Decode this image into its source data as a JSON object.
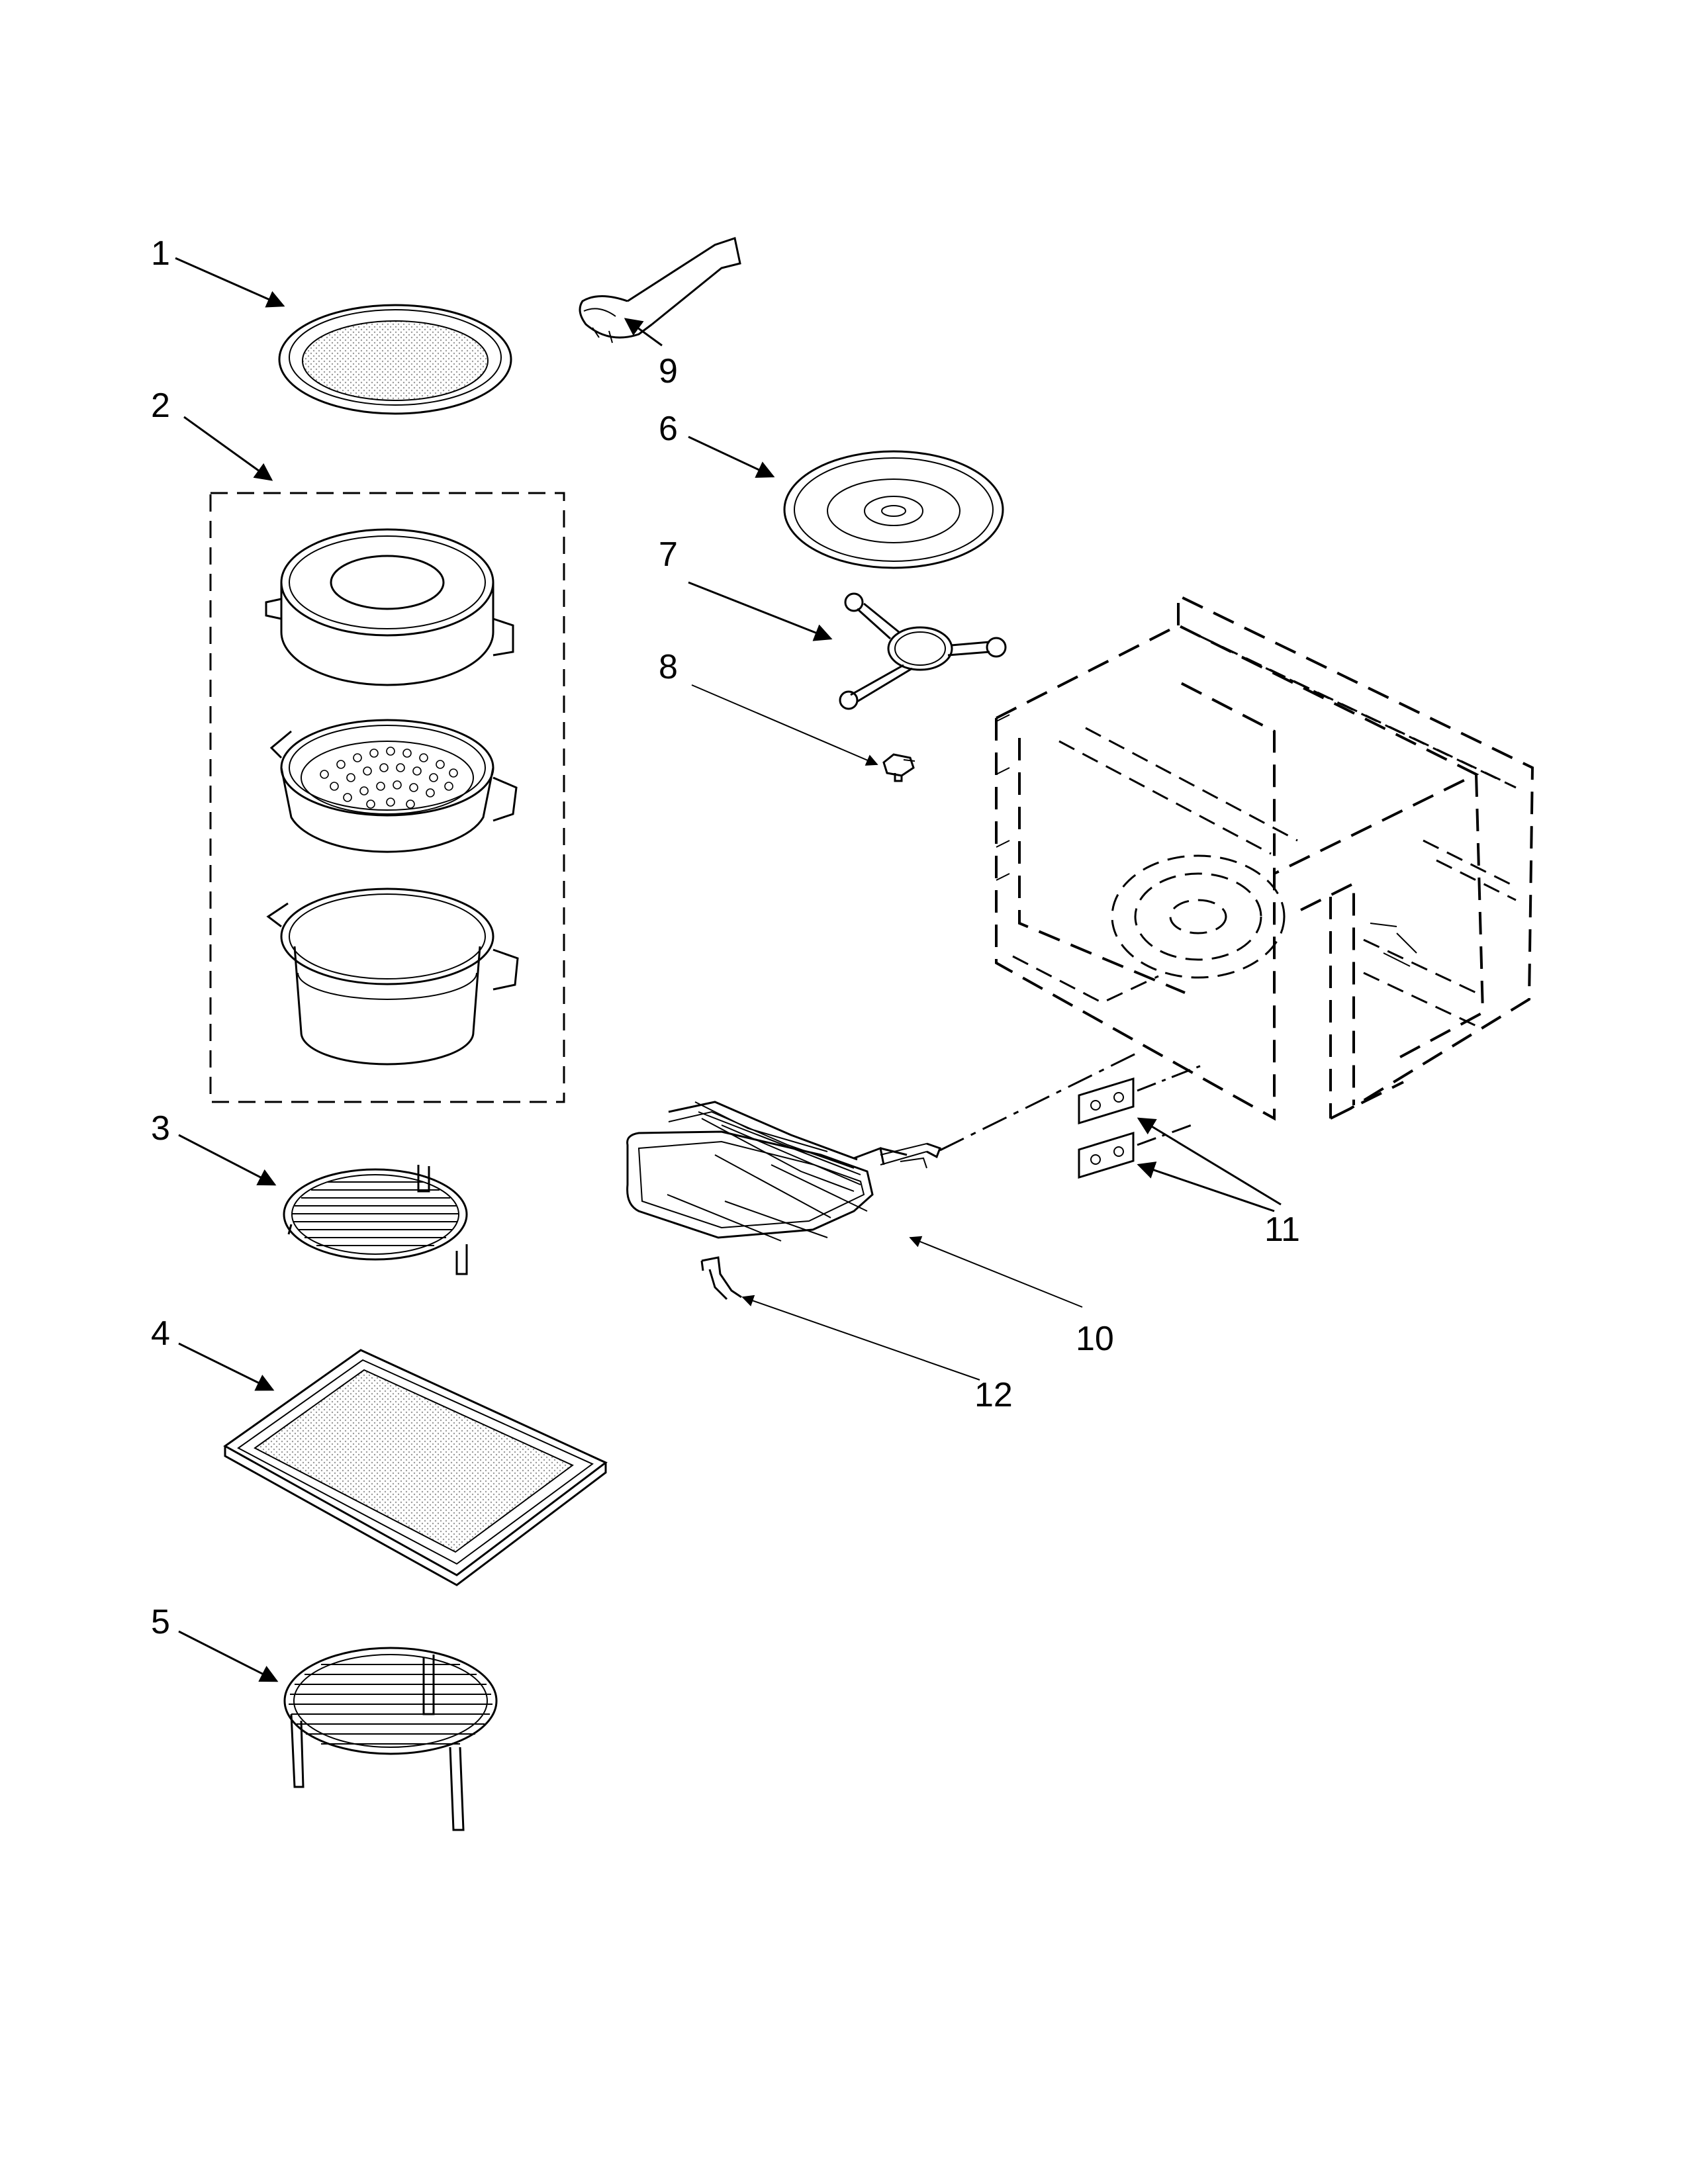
{
  "callouts": {
    "c1": "1",
    "c2": "2",
    "c3": "3",
    "c4": "4",
    "c5": "5",
    "c6": "6",
    "c7": "7",
    "c8": "8",
    "c9": "9",
    "c10": "10",
    "c11": "11",
    "c12": "12"
  },
  "colors": {
    "ink": "#000000",
    "stipple": "#cfcfcf",
    "paper": "#ffffff"
  }
}
